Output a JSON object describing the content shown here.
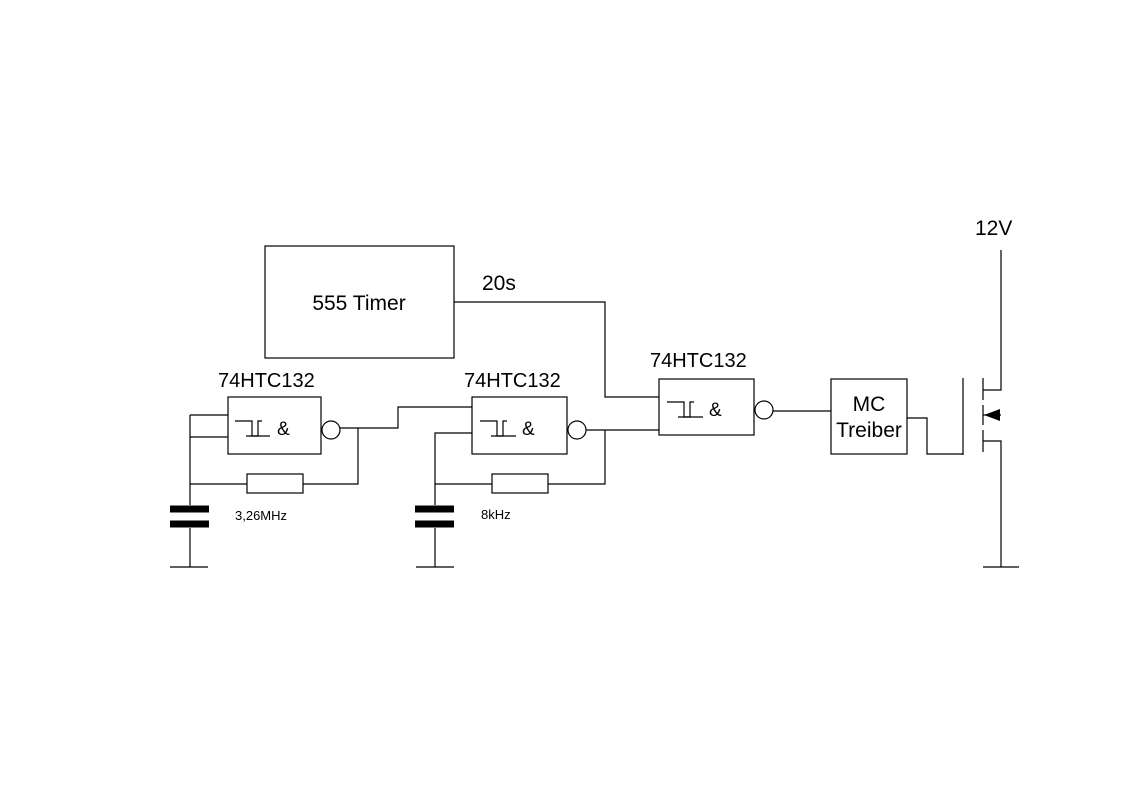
{
  "timer": {
    "label": "555 Timer",
    "output_label": "20s"
  },
  "gates": [
    {
      "part": "74HTC132",
      "symbol": "&"
    },
    {
      "part": "74HTC132",
      "symbol": "&"
    },
    {
      "part": "74HTC132",
      "symbol": "&"
    }
  ],
  "oscillators": [
    {
      "frequency": "3,26MHz"
    },
    {
      "frequency": "8kHz"
    }
  ],
  "driver": {
    "line1": "MC",
    "line2": "Treiber"
  },
  "supply": {
    "label": "12V"
  }
}
